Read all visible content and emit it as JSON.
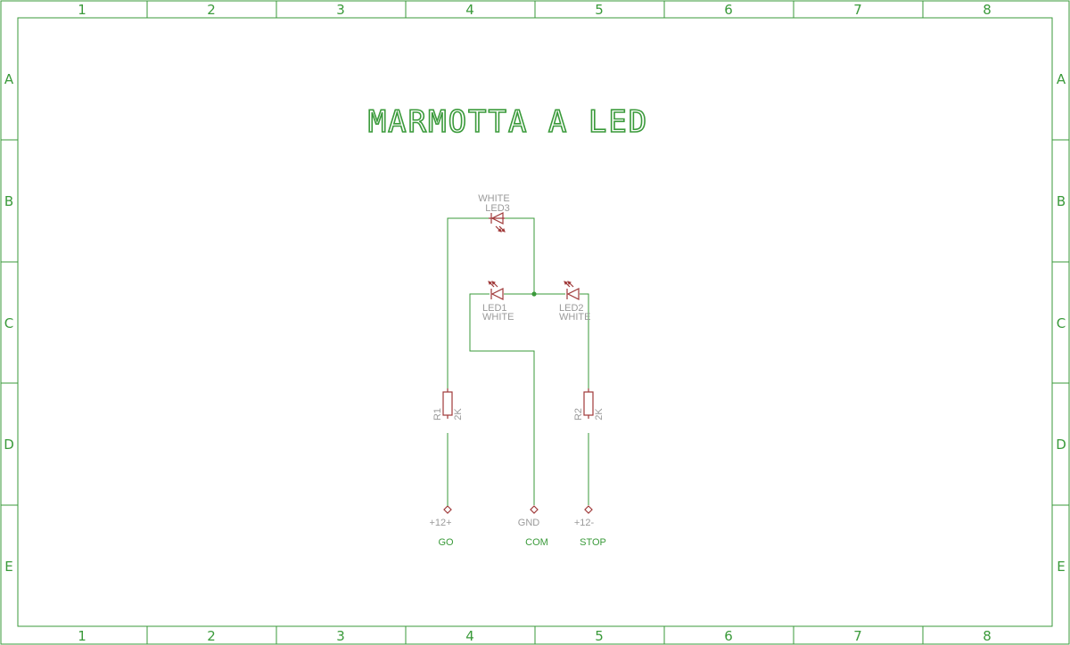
{
  "frame": {
    "columns": [
      "1",
      "2",
      "3",
      "4",
      "5",
      "6",
      "7",
      "8"
    ],
    "rows": [
      "A",
      "B",
      "C",
      "D",
      "E"
    ]
  },
  "title": "MARMOTTA A LED",
  "leds": [
    {
      "name": "LED3",
      "value": "WHITE"
    },
    {
      "name": "LED1",
      "value": "WHITE"
    },
    {
      "name": "LED2",
      "value": "WHITE"
    }
  ],
  "resistors": [
    {
      "name": "R1",
      "value": "2K"
    },
    {
      "name": "R2",
      "value": "2K"
    }
  ],
  "pads": [
    {
      "signal": "+12+",
      "label": "GO"
    },
    {
      "signal": "GND",
      "label": "COM"
    },
    {
      "signal": "+12-",
      "label": "STOP"
    }
  ],
  "colors": {
    "frame": "#3a9a3a",
    "parts": "#a03a3a",
    "names": "#9a9a9a"
  }
}
